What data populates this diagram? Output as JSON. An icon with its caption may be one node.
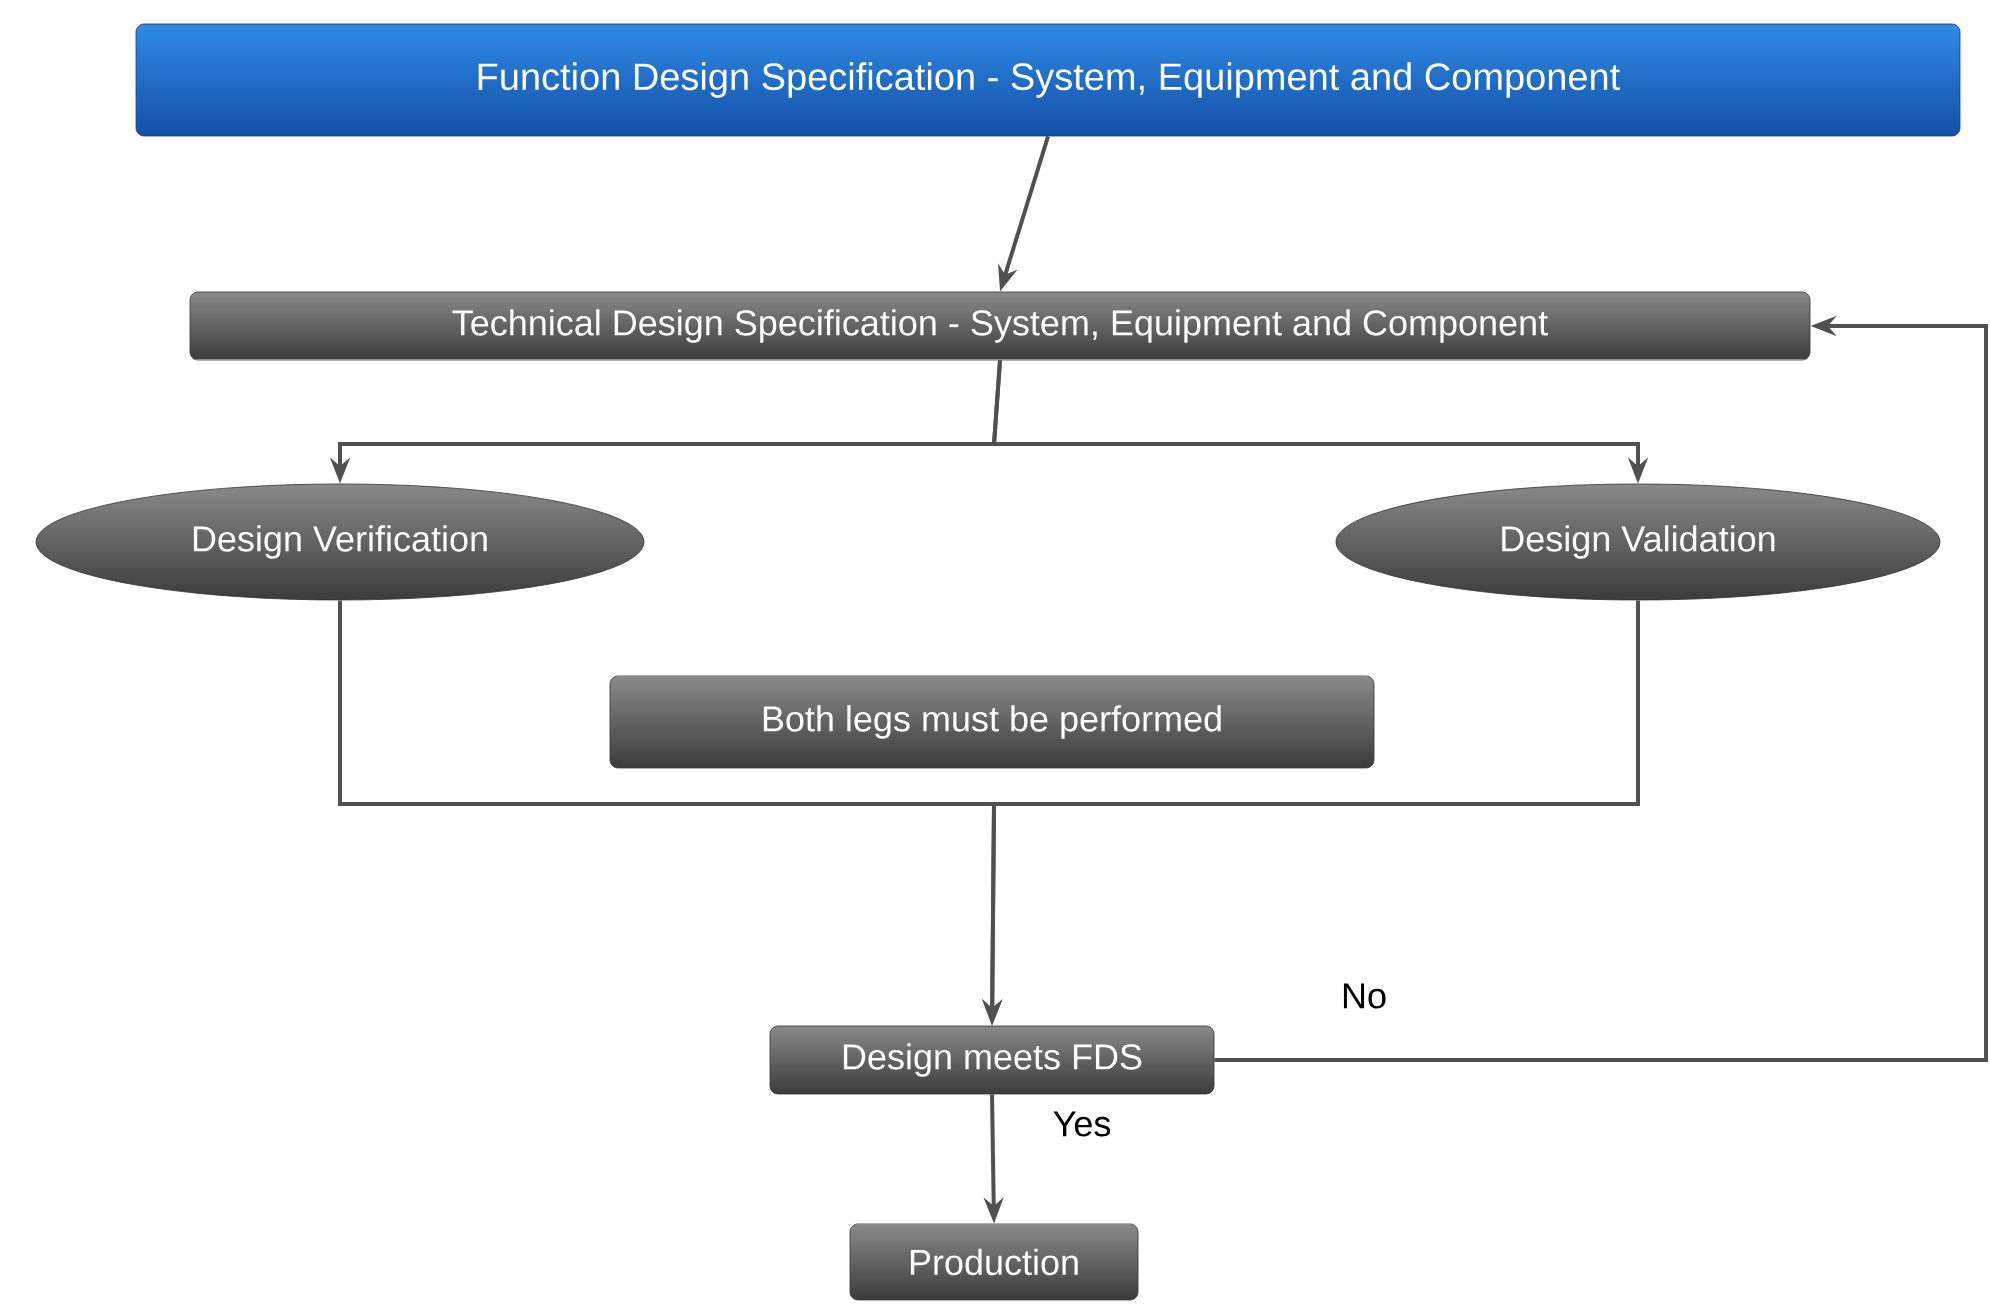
{
  "diagram": {
    "nodes": [
      {
        "text": [
          "Function Design Specification - System, Equipment and Component"
        ]
      },
      {
        "text": [
          "Technical Design Specification - System, Equipment and Component"
        ]
      },
      {
        "text": [
          "Design Verification"
        ]
      },
      {
        "text": [
          "Design Validation"
        ]
      },
      {
        "text": [
          "Both legs must be performed"
        ]
      },
      {
        "text": [
          "Design meets FDS"
        ]
      },
      {
        "text": [
          "Production"
        ]
      }
    ],
    "edges": [
      {
        "from": 0,
        "to": 1,
        "arrow": "to"
      },
      {
        "from": 1,
        "to": 2,
        "arrow": "to"
      },
      {
        "from": 1,
        "to": 3,
        "arrow": "to"
      },
      {
        "from": 2,
        "to": 5,
        "arrow": "to"
      },
      {
        "from": 3,
        "to": 5,
        "arrow": "to"
      },
      {
        "from": 5,
        "to": 1,
        "arrow": "to",
        "label": "No"
      },
      {
        "from": 5,
        "to": 6,
        "arrow": "to",
        "label": "Yes"
      }
    ]
  }
}
